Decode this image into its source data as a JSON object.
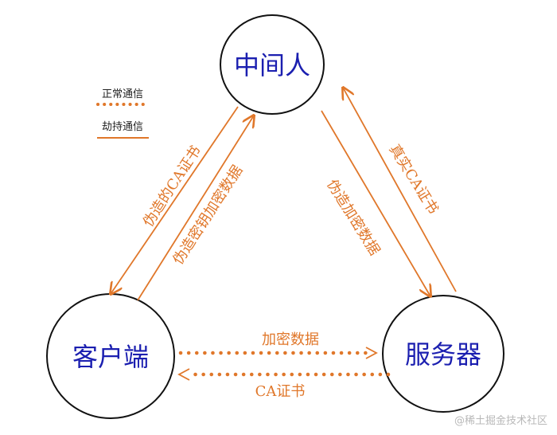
{
  "nodes": {
    "middleman": "中间人",
    "client": "客户端",
    "server": "服务器"
  },
  "legend": {
    "normal": "正常通信",
    "hijack": "劫持通信"
  },
  "edges": {
    "fake_ca_cert": "伪造的CA证书",
    "fake_key_encrypted_data": "伪造密钥加密数据",
    "fake_encrypted_data": "伪造加密数据",
    "real_ca_cert": "真实CA证书",
    "encrypted_data": "加密数据",
    "ca_cert": "CA证书"
  },
  "watermark": "@稀土掘金技术社区",
  "colors": {
    "orange": "#e0772a",
    "node_text": "#1b1fb0",
    "node_stroke": "#111111"
  }
}
